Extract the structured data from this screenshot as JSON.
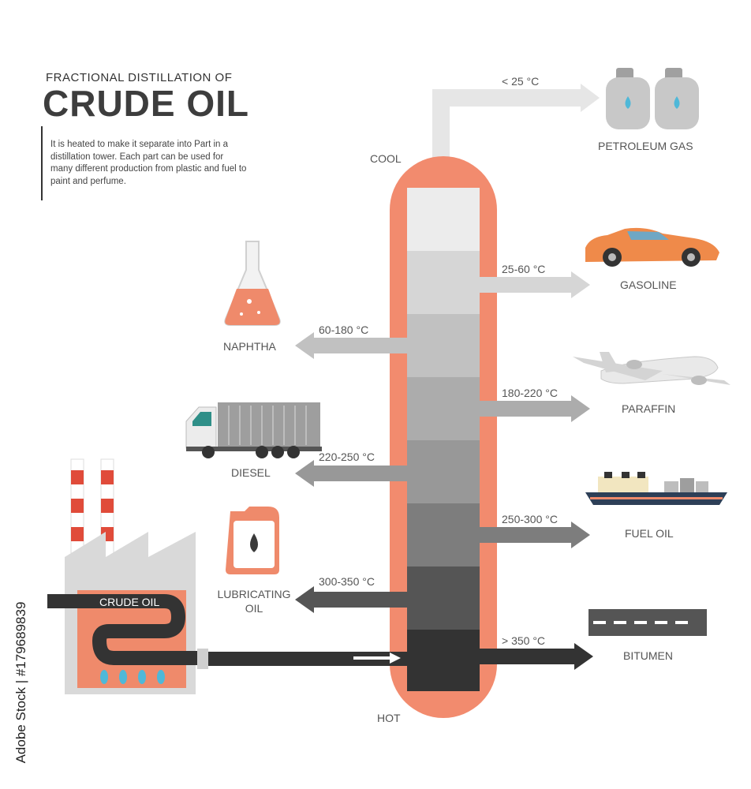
{
  "header": {
    "subtitle": "FRACTIONAL DISTILLATION OF",
    "title": "CRUDE OIL",
    "description": "It is heated to make it separate into Part in a distillation tower.  Each part can be used for many different production from plastic and fuel to paint and perfume."
  },
  "tower": {
    "top_label": "COOL",
    "bottom_label": "HOT"
  },
  "feed": {
    "label": "CRUDE OIL"
  },
  "fractions": [
    {
      "temp": "< 25 °C",
      "product": "PETROLEUM GAS",
      "side": "right",
      "icon": "gas-cylinder-icon"
    },
    {
      "temp": "25-60 °C",
      "product": "GASOLINE",
      "side": "right",
      "icon": "car-icon"
    },
    {
      "temp": "60-180 °C",
      "product": "NAPHTHA",
      "side": "left",
      "icon": "flask-icon"
    },
    {
      "temp": "180-220 °C",
      "product": "PARAFFIN",
      "side": "right",
      "icon": "airplane-icon"
    },
    {
      "temp": "220-250 °C",
      "product": "DIESEL",
      "side": "left",
      "icon": "truck-icon"
    },
    {
      "temp": "250-300 °C",
      "product": "FUEL OIL",
      "side": "right",
      "icon": "ship-icon"
    },
    {
      "temp": "300-350 °C",
      "product": "LUBRICATING OIL",
      "side": "left",
      "icon": "oil-can-icon"
    },
    {
      "temp": "> 350 °C",
      "product": "BITUMEN",
      "side": "right",
      "icon": "road-icon"
    }
  ],
  "watermark": {
    "stock_id": "Adobe Stock | #179689839"
  },
  "colors": {
    "tower_shell": "#f28b6e",
    "accent_orange": "#ef8a6b",
    "dark": "#3a3a3a",
    "layer_shades": [
      "#ececec",
      "#d6d6d6",
      "#c1c1c1",
      "#acacac",
      "#989898",
      "#7d7d7d",
      "#555555",
      "#333333"
    ]
  }
}
